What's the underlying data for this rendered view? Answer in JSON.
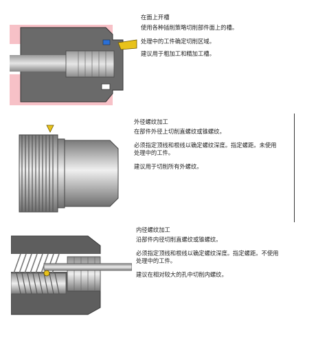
{
  "sections": [
    {
      "title": "在面上开槽",
      "lines": [
        "使用各种插削策略切削部件面上的槽。",
        "处理中的工件确定切削区域。",
        "建议用于粗加工和精加工槽。"
      ],
      "icon": "face-groove-illustration"
    },
    {
      "title": "外径螺纹加工",
      "lines": [
        "在部件外径上切削直螺纹或锥螺纹。",
        "必须指定顶线和根线以确定螺纹深度。指定螺距。未使用",
        "处理中的工件。",
        "建议用于切削所有外螺纹。"
      ],
      "icon": "od-thread-illustration"
    },
    {
      "title": "内径螺纹加工",
      "lines": [
        "沿部件内径切削直螺纹或锥螺纹。",
        "必须指定顶线和根线以确定螺纹深度。指定螺距。不使用",
        "处理中的工件。",
        "建议在相对较大的孔中切削内螺纹。"
      ],
      "icon": "id-thread-illustration"
    }
  ],
  "colors": {
    "pink": "#f7c1c7",
    "steel_dark": "#555555",
    "steel_light": "#e0e0e0",
    "tool_yellow": "#e8c21a",
    "tool_blue": "#2a6fd6"
  }
}
